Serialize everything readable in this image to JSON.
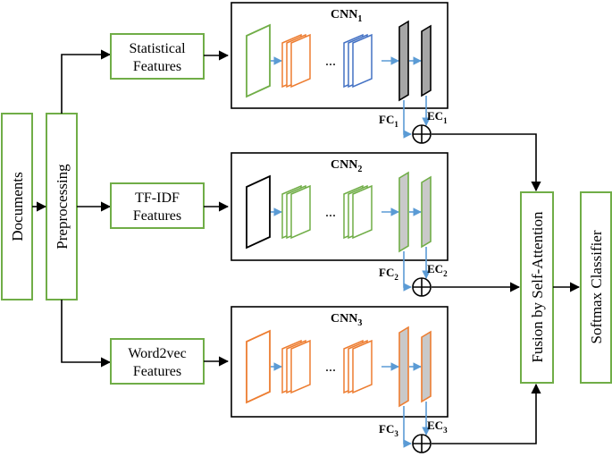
{
  "nodes": {
    "documents": "Documents",
    "preprocessing": "Preprocessing",
    "fusion": "Fusion by Self-Attention",
    "softmax": "Softmax Classifier"
  },
  "branches": [
    {
      "feature_line1": "Statistical",
      "feature_line2": "Features",
      "cnn_label": "CNN",
      "cnn_sub": "1",
      "fc_label": "FC",
      "fc_sub": "1",
      "ec_label": "EC",
      "ec_sub": "1",
      "dots": "...",
      "input_color": "#70ad47",
      "stack1_color": "#ed7d31",
      "stack2_color": "#4472c4",
      "fc_fill": "#a6a6a6",
      "fc_stroke": "#000000"
    },
    {
      "feature_line1": "TF-IDF",
      "feature_line2": "Features",
      "cnn_label": "CNN",
      "cnn_sub": "2",
      "fc_label": "FC",
      "fc_sub": "2",
      "ec_label": "EC",
      "ec_sub": "2",
      "dots": "...",
      "input_color": "#000000",
      "stack1_color": "#70ad47",
      "stack2_color": "#70ad47",
      "fc_fill": "#c9c9c9",
      "fc_stroke": "#70ad47"
    },
    {
      "feature_line1": "Word2vec",
      "feature_line2": "Features",
      "cnn_label": "CNN",
      "cnn_sub": "3",
      "fc_label": "FC",
      "fc_sub": "3",
      "ec_label": "EC",
      "ec_sub": "3",
      "dots": "...",
      "input_color": "#ed7d31",
      "stack1_color": "#ed7d31",
      "stack2_color": "#ed7d31",
      "fc_fill": "#c9c9c9",
      "fc_stroke": "#ed7d31"
    }
  ],
  "colors": {
    "box_border": "#70ad47",
    "arrow_blue": "#5b9bd5",
    "arrow_black": "#000000"
  }
}
